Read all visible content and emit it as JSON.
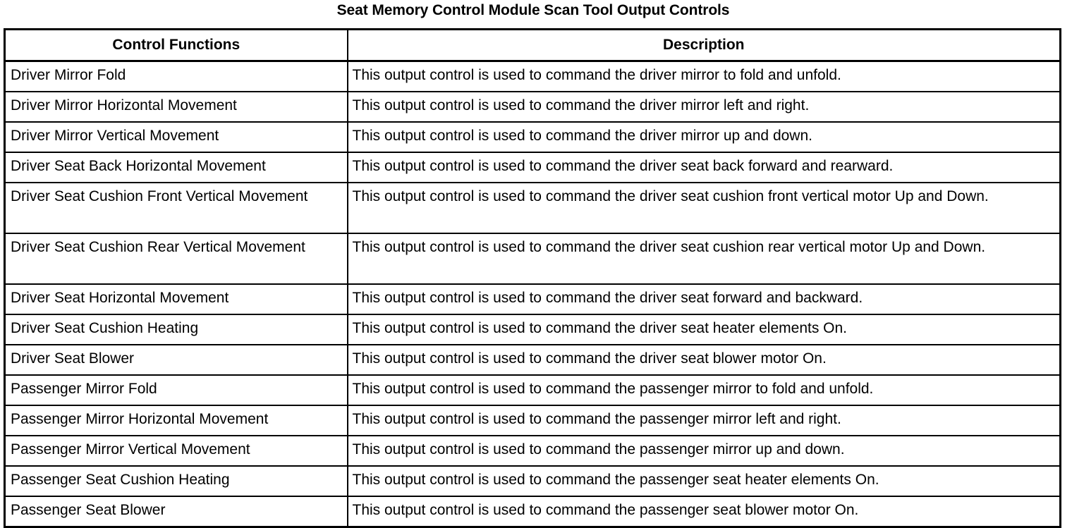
{
  "document": {
    "title": "Seat Memory Control Module Scan Tool Output Controls"
  },
  "table": {
    "columns": [
      {
        "key": "function",
        "label": "Control Functions"
      },
      {
        "key": "description",
        "label": "Description"
      }
    ],
    "rows": [
      {
        "function": "Driver Mirror Fold",
        "description": "This output control is used to command the driver mirror to fold and unfold.",
        "lines": 1
      },
      {
        "function": "Driver Mirror Horizontal Movement",
        "description": "This output control is used to command the driver mirror left and right.",
        "lines": 1
      },
      {
        "function": "Driver Mirror Vertical Movement",
        "description": "This output control is used to command the driver mirror up and down.",
        "lines": 1
      },
      {
        "function": "Driver Seat Back Horizontal Movement",
        "description": "This output control is used to command the driver seat back forward and rearward.",
        "lines": 1
      },
      {
        "function": "Driver Seat Cushion Front Vertical Movement",
        "description": "This output control is used to command the driver seat cushion front vertical motor Up and Down.",
        "lines": 2
      },
      {
        "function": "Driver Seat Cushion Rear Vertical Movement",
        "description": "This output control is used to command the driver seat cushion rear vertical motor Up and Down.",
        "lines": 2
      },
      {
        "function": "Driver Seat Horizontal Movement",
        "description": "This output control is used to command the driver seat forward and backward.",
        "lines": 1
      },
      {
        "function": "Driver Seat Cushion Heating",
        "description": "This output control is used to command the driver seat heater elements On.",
        "lines": 1
      },
      {
        "function": "Driver Seat Blower",
        "description": "This output control is used to command the driver seat blower motor On.",
        "lines": 1
      },
      {
        "function": "Passenger Mirror Fold",
        "description": "This output control is used to command the passenger mirror to fold and unfold.",
        "lines": 1
      },
      {
        "function": "Passenger Mirror Horizontal Movement",
        "description": "This output control is used to command the passenger mirror left and right.",
        "lines": 1
      },
      {
        "function": "Passenger Mirror Vertical Movement",
        "description": "This output control is used to command the passenger mirror up and down.",
        "lines": 1
      },
      {
        "function": "Passenger Seat Cushion Heating",
        "description": "This output control is used to command the passenger seat heater elements On.",
        "lines": 1
      },
      {
        "function": "Passenger Seat Blower",
        "description": "This output control is used to command the passenger seat blower motor On.",
        "lines": 1
      }
    ]
  },
  "colors": {
    "text": "#000000",
    "background": "#ffffff",
    "border": "#000000"
  }
}
